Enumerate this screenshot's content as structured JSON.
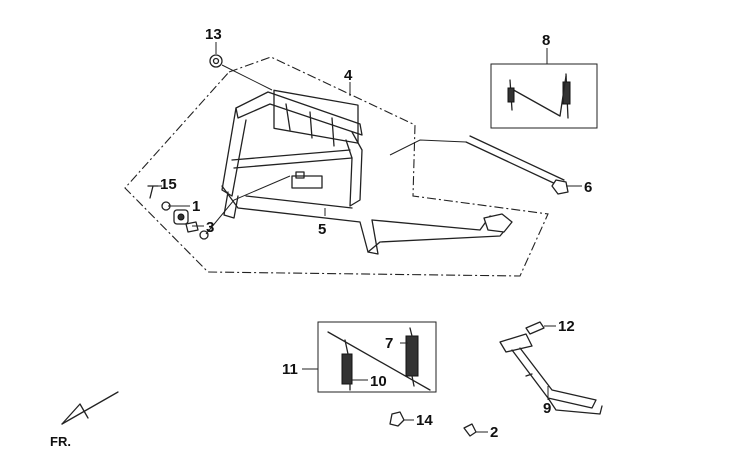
{
  "diagram": {
    "callouts": [
      {
        "id": "1",
        "label": "1"
      },
      {
        "id": "2",
        "label": "2"
      },
      {
        "id": "3",
        "label": "3"
      },
      {
        "id": "4",
        "label": "4"
      },
      {
        "id": "5",
        "label": "5"
      },
      {
        "id": "6",
        "label": "6"
      },
      {
        "id": "7",
        "label": "7"
      },
      {
        "id": "8",
        "label": "8"
      },
      {
        "id": "9",
        "label": "9"
      },
      {
        "id": "10",
        "label": "10"
      },
      {
        "id": "11",
        "label": "11"
      },
      {
        "id": "12",
        "label": "12"
      },
      {
        "id": "13",
        "label": "13"
      },
      {
        "id": "14",
        "label": "14"
      },
      {
        "id": "15",
        "label": "15"
      }
    ],
    "orientation_label": "FR."
  }
}
